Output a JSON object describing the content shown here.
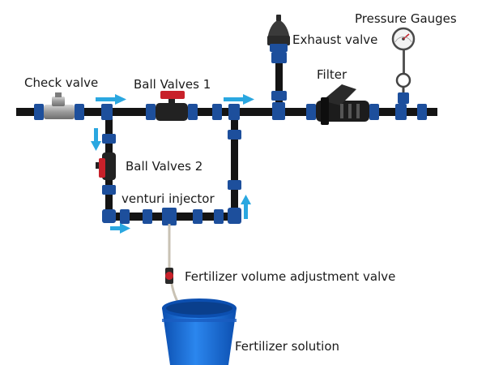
{
  "labels": {
    "check_valve": "Check valve",
    "ball_valves_1": "Ball Valves 1",
    "ball_valves_2": "Ball Valves 2",
    "venturi_injector": "venturi injector",
    "exhaust_valve": "Exhaust valve",
    "filter": "Filter",
    "pressure_gauges": "Pressure Gauges",
    "fertilizer_adjustment_valve": "Fertilizer volume adjustment valve",
    "fertilizer_solution": "Fertilizer solution"
  },
  "colors": {
    "pipe": "#141414",
    "fitting": "#1d4f9c",
    "flow_arrow": "#2aa7e0",
    "valve_handle": "#c8212a",
    "bucket": "#1f6fd6",
    "bucket_dark": "#0c4fb0",
    "metal": "#9a9a9a",
    "hose": "#c9c2b4"
  },
  "icons": [
    "flow-arrow-icon",
    "gauge-dial-icon",
    "valve-handle-icon"
  ]
}
